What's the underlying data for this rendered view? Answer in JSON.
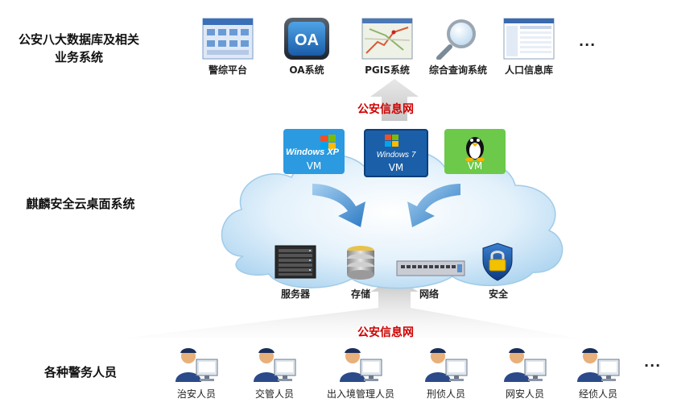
{
  "left_labels": {
    "top_line1": "公安八大数据库及相关",
    "top_line2": "业务系统",
    "middle": "麒麟安全云桌面系统",
    "bottom": "各种警务人员"
  },
  "systems": [
    {
      "label": "警综平台",
      "icon": "police-platform-screen-icon"
    },
    {
      "label": "OA系统",
      "icon": "oa-app-icon",
      "icon_text": "OA"
    },
    {
      "label": "PGIS系统",
      "icon": "map-screen-icon"
    },
    {
      "label": "综合查询系统",
      "icon": "magnifier-icon"
    },
    {
      "label": "人口信息库",
      "icon": "database-window-icon"
    }
  ],
  "top_ellipsis": "...",
  "network_label_top": "公安信息网",
  "network_label_bottom": "公安信息网",
  "vms": [
    {
      "label": "VM",
      "logo_text": "Windows XP",
      "bg": "#2b9ae0"
    },
    {
      "label": "VM",
      "logo_text": "Windows 7",
      "bg": "#1a5fa8"
    },
    {
      "label": "VM",
      "logo_text": "",
      "bg": "#6cc94a"
    }
  ],
  "infrastructure": [
    {
      "label": "服务器",
      "icon": "server-icon"
    },
    {
      "label": "存储",
      "icon": "storage-icon"
    },
    {
      "label": "网络",
      "icon": "network-switch-icon"
    },
    {
      "label": "安全",
      "icon": "security-lock-icon"
    }
  ],
  "users": [
    {
      "label": "治安人员"
    },
    {
      "label": "交管人员"
    },
    {
      "label": "出入境管理人员"
    },
    {
      "label": "刑侦人员"
    },
    {
      "label": "网安人员"
    },
    {
      "label": "经侦人员"
    }
  ],
  "bottom_ellipsis": "...",
  "colors": {
    "red_label": "#d00000",
    "cloud_fill": "#cfe8f7",
    "arrow_blue": "#3a8ad0"
  }
}
